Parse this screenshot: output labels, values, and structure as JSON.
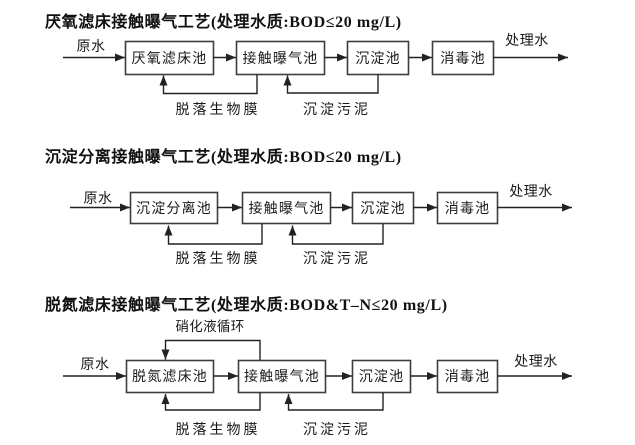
{
  "colors": {
    "background": "#ffffff",
    "line": "#222222",
    "box-border": "#3e3e3e",
    "text": "#1a1a1a",
    "title": "#111111"
  },
  "diagrams": [
    {
      "title": "厌氧滤床接触曝气工艺(处理水质:BOD≤20 mg/L)",
      "input_label": "原水",
      "output_label": "处理水",
      "boxes": [
        "厌氧滤床池",
        "接触曝气池",
        "沉淀池",
        "消毒池"
      ],
      "biofilm_return_label": "脱落生物膜",
      "sludge_return_label": "沉淀污泥"
    },
    {
      "title": "沉淀分离接触曝气工艺(处理水质:BOD≤20 mg/L)",
      "input_label": "原水",
      "output_label": "处理水",
      "boxes": [
        "沉淀分离池",
        "接触曝气池",
        "沉淀池",
        "消毒池"
      ],
      "biofilm_return_label": "脱落生物膜",
      "sludge_return_label": "沉淀污泥"
    },
    {
      "title": "脱氮滤床接触曝气工艺(处理水质:BOD&T–N≤20 mg/L)",
      "input_label": "原水",
      "output_label": "处理水",
      "nitrified_recycle_label": "硝化液循环",
      "boxes": [
        "脱氮滤床池",
        "接触曝气池",
        "沉淀池",
        "消毒池"
      ],
      "biofilm_return_label": "脱落生物膜",
      "sludge_return_label": "沉淀污泥"
    }
  ]
}
